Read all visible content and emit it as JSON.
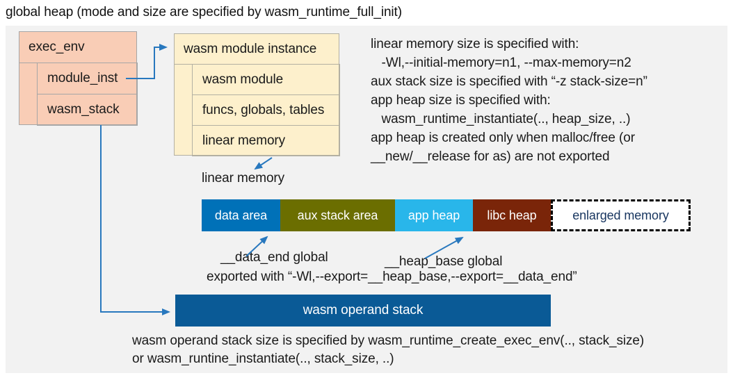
{
  "title": "global heap (mode and size are specified by wasm_runtime_full_init)",
  "exec_env": {
    "header": "exec_env",
    "rows": [
      "module_inst",
      "wasm_stack"
    ]
  },
  "module_instance": {
    "header": "wasm module instance",
    "rows": [
      "wasm module",
      "funcs, globals, tables",
      "linear memory"
    ]
  },
  "notes_right": {
    "lines": [
      "linear memory size is specified with:",
      "   -Wl,--initial-memory=n1, --max-memory=n2",
      "aux stack size is specified with “-z stack-size=n”",
      "app heap size is specified with:",
      "   wasm_runtime_instantiate(.., heap_size, ..)",
      "app heap is created only when malloc/free (or",
      "__new/__release for as) are not exported"
    ]
  },
  "linear_memory": {
    "label": "linear memory",
    "segments": [
      {
        "label": "data area",
        "fill": "#0071b8",
        "text_color": "#ffffff"
      },
      {
        "label": "aux stack area",
        "fill": "#6b6e00",
        "text_color": "#ffffff"
      },
      {
        "label": "app heap",
        "fill": "#29b6ea",
        "text_color": "#ffffff"
      },
      {
        "label": "libc heap",
        "fill": "#7a2509",
        "text_color": "#ffffff"
      },
      {
        "label": "enlarged memory",
        "fill": "#ffffff",
        "text_color": "#17355f",
        "border_style": "dashed"
      }
    ]
  },
  "annotations": {
    "data_end_label": "__data_end global",
    "heap_base_label": "__heap_base global",
    "exported_line": "exported with “-Wl,--export=__heap_base,--export=__data_end”"
  },
  "operand_stack": {
    "label": "wasm operand stack"
  },
  "notes_bottom": {
    "lines": [
      "wasm operand stack size is specified by wasm_runtime_create_exec_env(.., stack_size)",
      "or wasm_runtine_instantiate(.., stack_size, ..)"
    ]
  },
  "colors": {
    "panel_bg": "#f2f2f2",
    "exec_env_fill": "#f9cdb6",
    "module_instance_fill": "#fdf0cc",
    "operand_stack_fill": "#0a5a96",
    "arrow": "#2878be"
  }
}
